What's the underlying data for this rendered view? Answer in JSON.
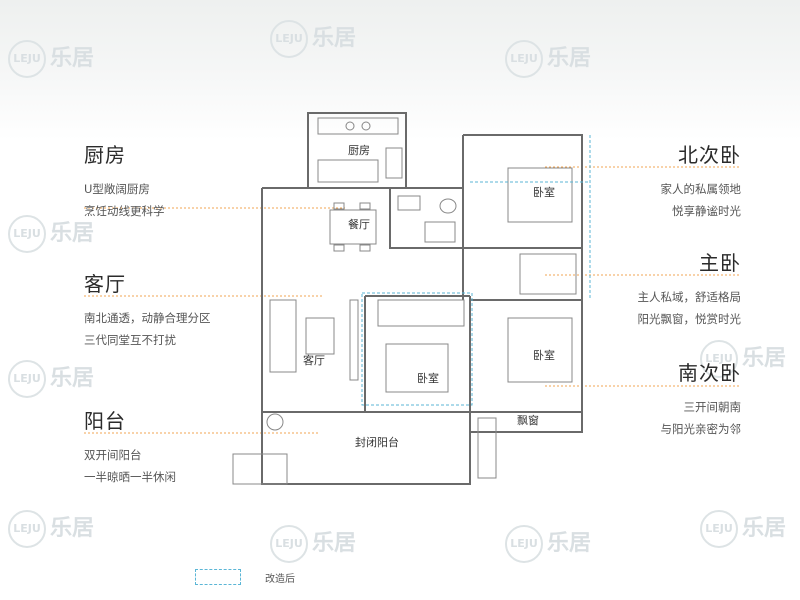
{
  "watermark": {
    "brand": "乐居",
    "logo_text": "LEJU"
  },
  "features": {
    "kitchen": {
      "title": "厨房",
      "lines": [
        "U型敞阔厨房",
        "烹饪动线更科学"
      ]
    },
    "living": {
      "title": "客厅",
      "lines": [
        "南北通透，动静合理分区",
        "三代同堂互不打扰"
      ]
    },
    "balcony": {
      "title": "阳台",
      "lines": [
        "双开间阳台",
        "一半晾晒一半休闲"
      ]
    },
    "north_bedroom": {
      "title": "北次卧",
      "lines": [
        "家人的私属领地",
        "悦享静谧时光"
      ]
    },
    "master_bedroom": {
      "title": "主卧",
      "lines": [
        "主人私域，舒适格局",
        "阳光飘窗，悦赏时光"
      ]
    },
    "south_bedroom": {
      "title": "南次卧",
      "lines": [
        "三开间朝南",
        "与阳光亲密为邻"
      ]
    }
  },
  "rooms": {
    "kitchen": "厨房",
    "dining": "餐厅",
    "living": "客厅",
    "bedroom_small": "卧室",
    "bedroom_north": "卧室",
    "bedroom_master": "卧室",
    "bay_window": "飘窗",
    "balcony": "封闭阳台"
  },
  "legend": {
    "label": "改造后"
  },
  "colors": {
    "accent_orange": "#f0a553",
    "renovation_blue": "#5bb6d6",
    "wall": "#6a6a6a"
  }
}
